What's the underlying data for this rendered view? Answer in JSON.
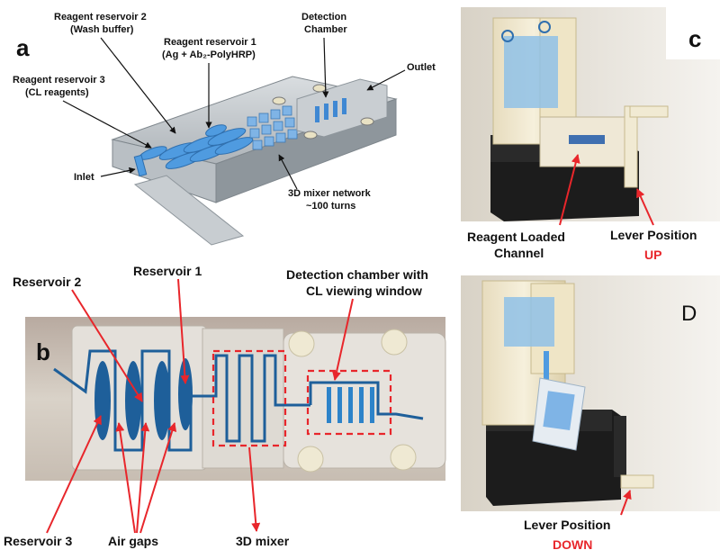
{
  "panel_a": {
    "letter": "a",
    "labels": {
      "reservoir2_line1": "Reagent reservoir 2",
      "reservoir2_line2": "(Wash buffer)",
      "reservoir1_line1": "Reagent reservoir 1",
      "reservoir1_line2": "(Ag + Ab₂-PolyHRP)",
      "detection_line1": "Detection",
      "detection_line2": "Chamber",
      "outlet": "Outlet",
      "reservoir3_line1": "Reagent reservoir 3",
      "reservoir3_line2": "(CL reagents)",
      "inlet": "Inlet",
      "mixer_line1": "3D mixer network",
      "mixer_line2": "~100 turns"
    }
  },
  "panel_b": {
    "letter": "b",
    "labels": {
      "reservoir2": "Reservoir 2",
      "reservoir1": "Reservoir 1",
      "detection_line1": "Detection chamber with",
      "detection_line2": "CL viewing window",
      "reservoir3": "Reservoir 3",
      "air_gaps": "Air gaps",
      "mixer": "3D mixer"
    }
  },
  "panel_c": {
    "letter": "c",
    "labels": {
      "channel_line1": "Reagent Loaded",
      "channel_line2": "Channel",
      "lever": "Lever Position",
      "lever_state": "UP"
    }
  },
  "panel_d": {
    "letter": "D",
    "labels": {
      "lever": "Lever Position",
      "lever_state": "DOWN"
    }
  },
  "colors": {
    "channel_blue": "#3b8fd9",
    "pointer_red": "#e8262b",
    "holder_black": "#1c1c1c",
    "resin": "#efe8cf"
  }
}
